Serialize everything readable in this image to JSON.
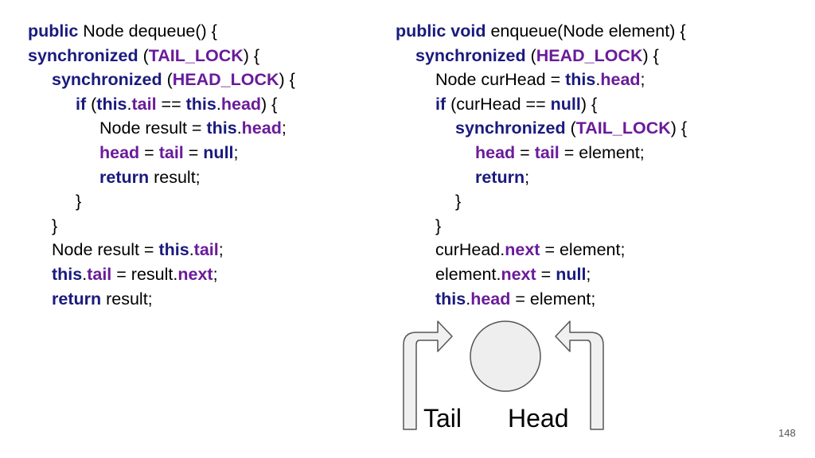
{
  "colors": {
    "keyword": "#1a1a7e",
    "field": "#6a1b9a",
    "text": "#000000",
    "arrow_fill": "#f0f0f0",
    "arrow_stroke": "#555555",
    "node_fill": "#eeeeee"
  },
  "dequeue": {
    "lines": [
      {
        "indent": 0,
        "tokens": [
          {
            "t": "public",
            "s": "kw"
          },
          {
            "t": " Node dequeue() {",
            "s": "plain"
          }
        ]
      },
      {
        "indent": 0,
        "tokens": [
          {
            "t": "synchronized",
            "s": "kw"
          },
          {
            "t": " (",
            "s": "plain"
          },
          {
            "t": "TAIL_LOCK",
            "s": "field"
          },
          {
            "t": ") {",
            "s": "plain"
          }
        ]
      },
      {
        "indent": 1,
        "tokens": [
          {
            "t": "synchronized",
            "s": "kw"
          },
          {
            "t": " (",
            "s": "plain"
          },
          {
            "t": "HEAD_LOCK",
            "s": "field"
          },
          {
            "t": ") {",
            "s": "plain"
          }
        ]
      },
      {
        "indent": 2,
        "tokens": [
          {
            "t": "if",
            "s": "kw"
          },
          {
            "t": " (",
            "s": "plain"
          },
          {
            "t": "this",
            "s": "kw"
          },
          {
            "t": ".",
            "s": "plain"
          },
          {
            "t": "tail",
            "s": "field"
          },
          {
            "t": " == ",
            "s": "plain"
          },
          {
            "t": "this",
            "s": "kw"
          },
          {
            "t": ".",
            "s": "plain"
          },
          {
            "t": "head",
            "s": "field"
          },
          {
            "t": ") {",
            "s": "plain"
          }
        ]
      },
      {
        "indent": 3,
        "tokens": [
          {
            "t": "Node result = ",
            "s": "plain"
          },
          {
            "t": "this",
            "s": "kw"
          },
          {
            "t": ".",
            "s": "plain"
          },
          {
            "t": "head",
            "s": "field"
          },
          {
            "t": ";",
            "s": "plain"
          }
        ]
      },
      {
        "indent": 3,
        "tokens": [
          {
            "t": "head",
            "s": "field"
          },
          {
            "t": " = ",
            "s": "plain"
          },
          {
            "t": "tail",
            "s": "field"
          },
          {
            "t": " = ",
            "s": "plain"
          },
          {
            "t": "null",
            "s": "kw"
          },
          {
            "t": ";",
            "s": "plain"
          }
        ]
      },
      {
        "indent": 3,
        "tokens": [
          {
            "t": "return",
            "s": "kw"
          },
          {
            "t": " result;",
            "s": "plain"
          }
        ]
      },
      {
        "indent": 2,
        "tokens": [
          {
            "t": "}",
            "s": "plain"
          }
        ]
      },
      {
        "indent": 1,
        "tokens": [
          {
            "t": "}",
            "s": "plain"
          }
        ]
      },
      {
        "indent": 1,
        "tokens": [
          {
            "t": "Node result = ",
            "s": "plain"
          },
          {
            "t": "this",
            "s": "kw"
          },
          {
            "t": ".",
            "s": "plain"
          },
          {
            "t": "tail",
            "s": "field"
          },
          {
            "t": ";",
            "s": "plain"
          }
        ]
      },
      {
        "indent": 1,
        "tokens": [
          {
            "t": "this",
            "s": "kw"
          },
          {
            "t": ".",
            "s": "plain"
          },
          {
            "t": "tail",
            "s": "field"
          },
          {
            "t": " = result.",
            "s": "plain"
          },
          {
            "t": "next",
            "s": "field"
          },
          {
            "t": ";",
            "s": "plain"
          }
        ]
      },
      {
        "indent": 1,
        "tokens": [
          {
            "t": "return",
            "s": "kw"
          },
          {
            "t": " result;",
            "s": "plain"
          }
        ]
      }
    ]
  },
  "enqueue": {
    "lines": [
      {
        "indent": 0,
        "tokens": [
          {
            "t": "public",
            "s": "kw"
          },
          {
            "t": " ",
            "s": "plain"
          },
          {
            "t": "void",
            "s": "kw"
          },
          {
            "t": " enqueue(Node element) {",
            "s": "plain"
          }
        ]
      },
      {
        "indent": 1,
        "tokens": [
          {
            "t": "synchronized",
            "s": "kw"
          },
          {
            "t": " (",
            "s": "plain"
          },
          {
            "t": "HEAD_LOCK",
            "s": "field"
          },
          {
            "t": ") {",
            "s": "plain"
          }
        ]
      },
      {
        "indent": 2,
        "tokens": [
          {
            "t": "Node curHead = ",
            "s": "plain"
          },
          {
            "t": "this",
            "s": "kw"
          },
          {
            "t": ".",
            "s": "plain"
          },
          {
            "t": "head",
            "s": "field"
          },
          {
            "t": ";",
            "s": "plain"
          }
        ]
      },
      {
        "indent": 2,
        "tokens": [
          {
            "t": "if",
            "s": "kw"
          },
          {
            "t": " (curHead == ",
            "s": "plain"
          },
          {
            "t": "null",
            "s": "kw"
          },
          {
            "t": ") {",
            "s": "plain"
          }
        ]
      },
      {
        "indent": 3,
        "tokens": [
          {
            "t": "synchronized",
            "s": "kw"
          },
          {
            "t": " (",
            "s": "plain"
          },
          {
            "t": "TAIL_LOCK",
            "s": "field"
          },
          {
            "t": ") {",
            "s": "plain"
          }
        ]
      },
      {
        "indent": 4,
        "tokens": [
          {
            "t": "head",
            "s": "field"
          },
          {
            "t": " = ",
            "s": "plain"
          },
          {
            "t": "tail",
            "s": "field"
          },
          {
            "t": " = element;",
            "s": "plain"
          }
        ]
      },
      {
        "indent": 4,
        "tokens": [
          {
            "t": "return",
            "s": "kw"
          },
          {
            "t": ";",
            "s": "plain"
          }
        ]
      },
      {
        "indent": 3,
        "tokens": [
          {
            "t": "}",
            "s": "plain"
          }
        ]
      },
      {
        "indent": 2,
        "tokens": [
          {
            "t": "}",
            "s": "plain"
          }
        ]
      },
      {
        "indent": 2,
        "tokens": [
          {
            "t": "curHead.",
            "s": "plain"
          },
          {
            "t": "next",
            "s": "field"
          },
          {
            "t": " = element;",
            "s": "plain"
          }
        ]
      },
      {
        "indent": 2,
        "tokens": [
          {
            "t": "element.",
            "s": "plain"
          },
          {
            "t": "next",
            "s": "field"
          },
          {
            "t": " = ",
            "s": "plain"
          },
          {
            "t": "null",
            "s": "kw"
          },
          {
            "t": ";",
            "s": "plain"
          }
        ]
      },
      {
        "indent": 2,
        "tokens": [
          {
            "t": "this",
            "s": "kw"
          },
          {
            "t": ".",
            "s": "plain"
          },
          {
            "t": "head",
            "s": "field"
          },
          {
            "t": " = element;",
            "s": "plain"
          }
        ]
      }
    ]
  },
  "diagram": {
    "tail_label": "Tail",
    "head_label": "Head"
  },
  "page_number": "148"
}
